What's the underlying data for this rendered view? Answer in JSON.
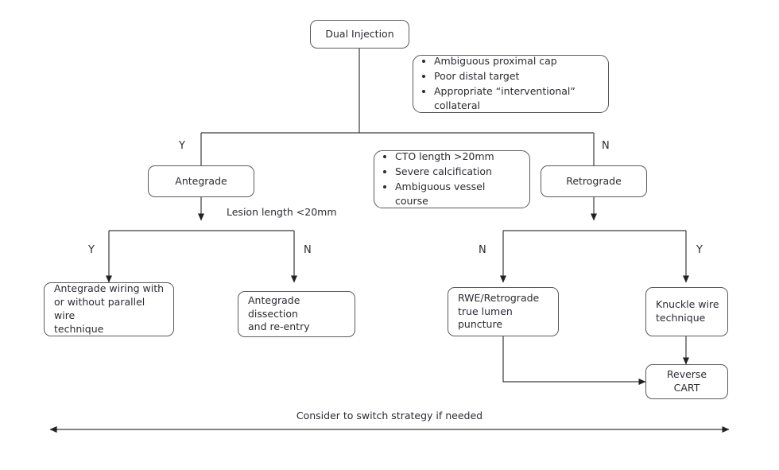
{
  "diagram": {
    "title_node": {
      "label": "Dual Injection"
    },
    "nodes": {
      "antegrade": {
        "label": "Antegrade"
      },
      "retrograde": {
        "label": "Retrograde"
      },
      "antegrade_wiring": {
        "label": "Antegrade wiring with\nor without parallel wire\ntechnique"
      },
      "antegrade_dissection": {
        "label": "Antegrade dissection\nand re-entry"
      },
      "rwe_retrograde": {
        "label": "RWE/Retrograde\ntrue lumen puncture"
      },
      "knuckle_wire": {
        "label": "Knuckle wire\ntechnique"
      },
      "reverse_cart": {
        "label": "Reverse CART"
      }
    },
    "criteria_boxes": [
      {
        "name": "retrograde-criteria",
        "items": [
          "Ambiguous proximal cap",
          "Poor distal target",
          "Appropriate “interventional” collateral"
        ]
      },
      {
        "name": "lesion-criteria",
        "items": [
          "CTO length >20mm",
          "Severe calcification",
          "Ambiguous vessel course"
        ]
      }
    ],
    "edge_labels": {
      "root_yes": "Y",
      "root_no": "N",
      "lesion_yes": "Y",
      "lesion_no": "N",
      "retro_no": "N",
      "retro_yes": "Y"
    },
    "flow_labels": {
      "lesion_length": "Lesion length <20mm"
    },
    "footer": {
      "label": "Consider to switch strategy if needed"
    },
    "colors": {
      "stroke": "#5a5a5a",
      "wire": "#3a3a3a",
      "text": "#2b2b33",
      "background": "#ffffff"
    }
  }
}
